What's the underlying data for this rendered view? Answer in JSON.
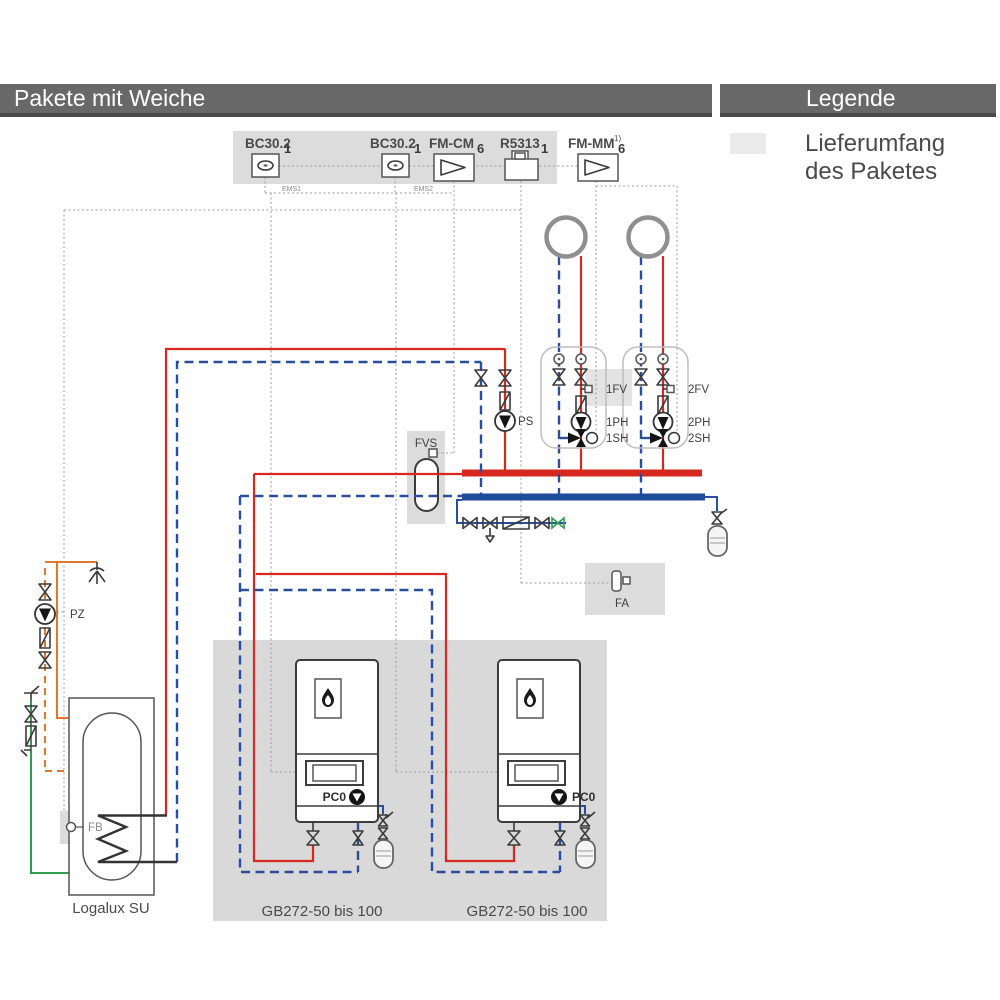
{
  "header": {
    "title": "Pakete mit Weiche",
    "legend_title": "Legende"
  },
  "legend": {
    "swatch_label": "Lieferumfang des Paketes"
  },
  "modules": {
    "items": [
      {
        "label": "BC30.2",
        "qty": "1"
      },
      {
        "label": "BC30.2",
        "qty": "1"
      },
      {
        "label": "FM-CM",
        "qty": "6"
      },
      {
        "label": "R5313",
        "qty": "1"
      },
      {
        "label": "FM-MM",
        "sup": "1)",
        "qty": "6"
      }
    ],
    "bus1": "EMS1",
    "bus2": "EMS2"
  },
  "circuits": [
    {
      "fv": "1FV",
      "ph": "1PH",
      "sh": "1SH"
    },
    {
      "fv": "2FV",
      "ph": "2PH",
      "sh": "2SH"
    }
  ],
  "labels": {
    "ps": "PS",
    "fvs": "FVS",
    "fa": "FA",
    "pz": "PZ",
    "fb": "FB",
    "pc0_left": "PC0",
    "pc0_right": "PC0"
  },
  "equipment": {
    "tank": "Logalux SU",
    "boiler1": "GB272-50 bis 100",
    "boiler2": "GB272-50 bis 100"
  },
  "colors": {
    "supply": "#d6281e",
    "return": "#2a4d9e",
    "dhw": "#e1762f",
    "cold_water": "#2f9e4c",
    "package_highlight": "#dcdcdc",
    "header_bar": "#686868"
  }
}
